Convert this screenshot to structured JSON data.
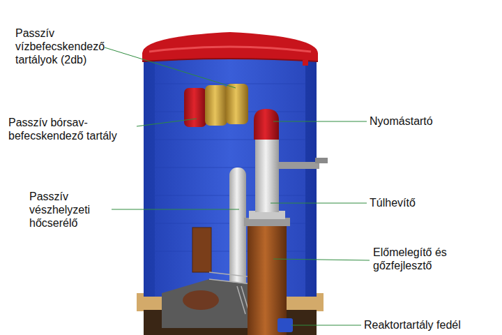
{
  "diagram": {
    "labels": [
      "Passzív vízbefecskendező tartályok (2db)",
      "Passzív bórsav-befecskendező tartály",
      "Passzív vészhelyzeti hőcserélő",
      "Nyomástartó",
      "Túlhevítő",
      "Előmelegítő és gőzfejlesztő",
      "Reaktortartály fedél"
    ]
  }
}
